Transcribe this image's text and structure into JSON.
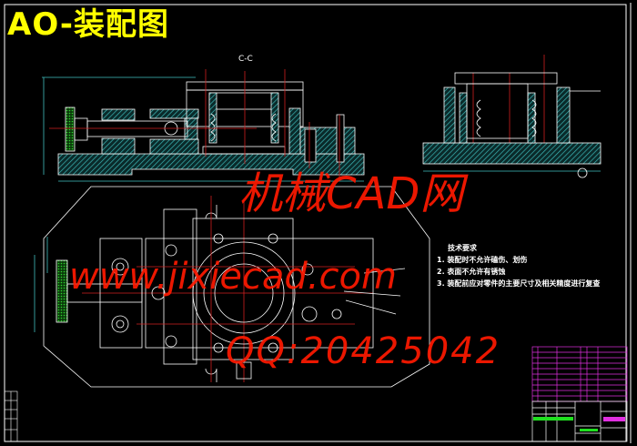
{
  "title": "AO-装配图",
  "section_label": "C-C",
  "technical_requirements": {
    "heading": "技术要求",
    "items": [
      "1. 装配时不允许磕伤、划伤",
      "2. 表面不允许有锈蚀",
      "3. 装配前应对零件的主要尺寸及相关精度进行复查"
    ]
  },
  "watermarks": [
    "机械CAD网",
    "www.jixiecad.com",
    "QQ:20425042"
  ],
  "colors": {
    "background": "#000000",
    "outline": "#ffffff",
    "hatch": "#40c0c0",
    "centerline": "#d02020",
    "title": "#ffff00",
    "parts_list": "#e030e0",
    "title_block_text": "#20e020",
    "watermark": "#ff1a00"
  }
}
